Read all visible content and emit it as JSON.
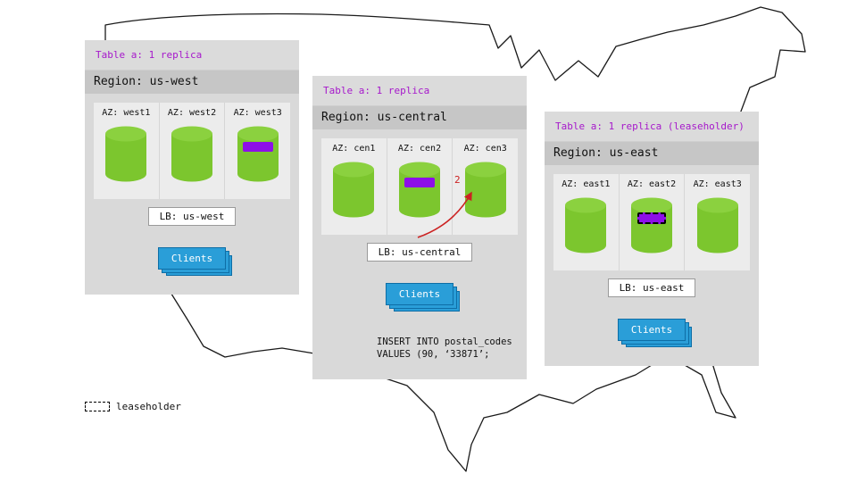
{
  "colors": {
    "title_purple": "#a618cb",
    "replica_purple": "#8d0fe8",
    "cylinder_green": "#7cc62e",
    "clients_blue": "#2a9ed8",
    "arrow_red": "#cc2222",
    "panel_gray": "#d9d9d9"
  },
  "panels": [
    {
      "title": "Table a: 1 replica",
      "region": "Region: us-west",
      "azs": [
        {
          "label": "AZ: west1",
          "marker": "none"
        },
        {
          "label": "AZ: west2",
          "marker": "none"
        },
        {
          "label": "AZ: west3",
          "marker": "replica"
        }
      ],
      "lb": "LB: us-west",
      "clients": "Clients"
    },
    {
      "title": "Table a: 1 replica",
      "region": "Region: us-central",
      "azs": [
        {
          "label": "AZ: cen1",
          "marker": "none"
        },
        {
          "label": "AZ: cen2",
          "marker": "replica"
        },
        {
          "label": "AZ: cen3",
          "marker": "none"
        }
      ],
      "lb": "LB: us-central",
      "clients": "Clients"
    },
    {
      "title": "Table a: 1 replica (leaseholder)",
      "region": "Region: us-east",
      "azs": [
        {
          "label": "AZ: east1",
          "marker": "none"
        },
        {
          "label": "AZ: east2",
          "marker": "leaseholder"
        },
        {
          "label": "AZ: east3",
          "marker": "none"
        }
      ],
      "lb": "LB: us-east",
      "clients": "Clients"
    }
  ],
  "annotation": {
    "step": "2"
  },
  "sql": {
    "line1": "INSERT INTO postal_codes",
    "line2": "VALUES (90, ‘33871’;"
  },
  "legend": {
    "label": "leaseholder"
  }
}
